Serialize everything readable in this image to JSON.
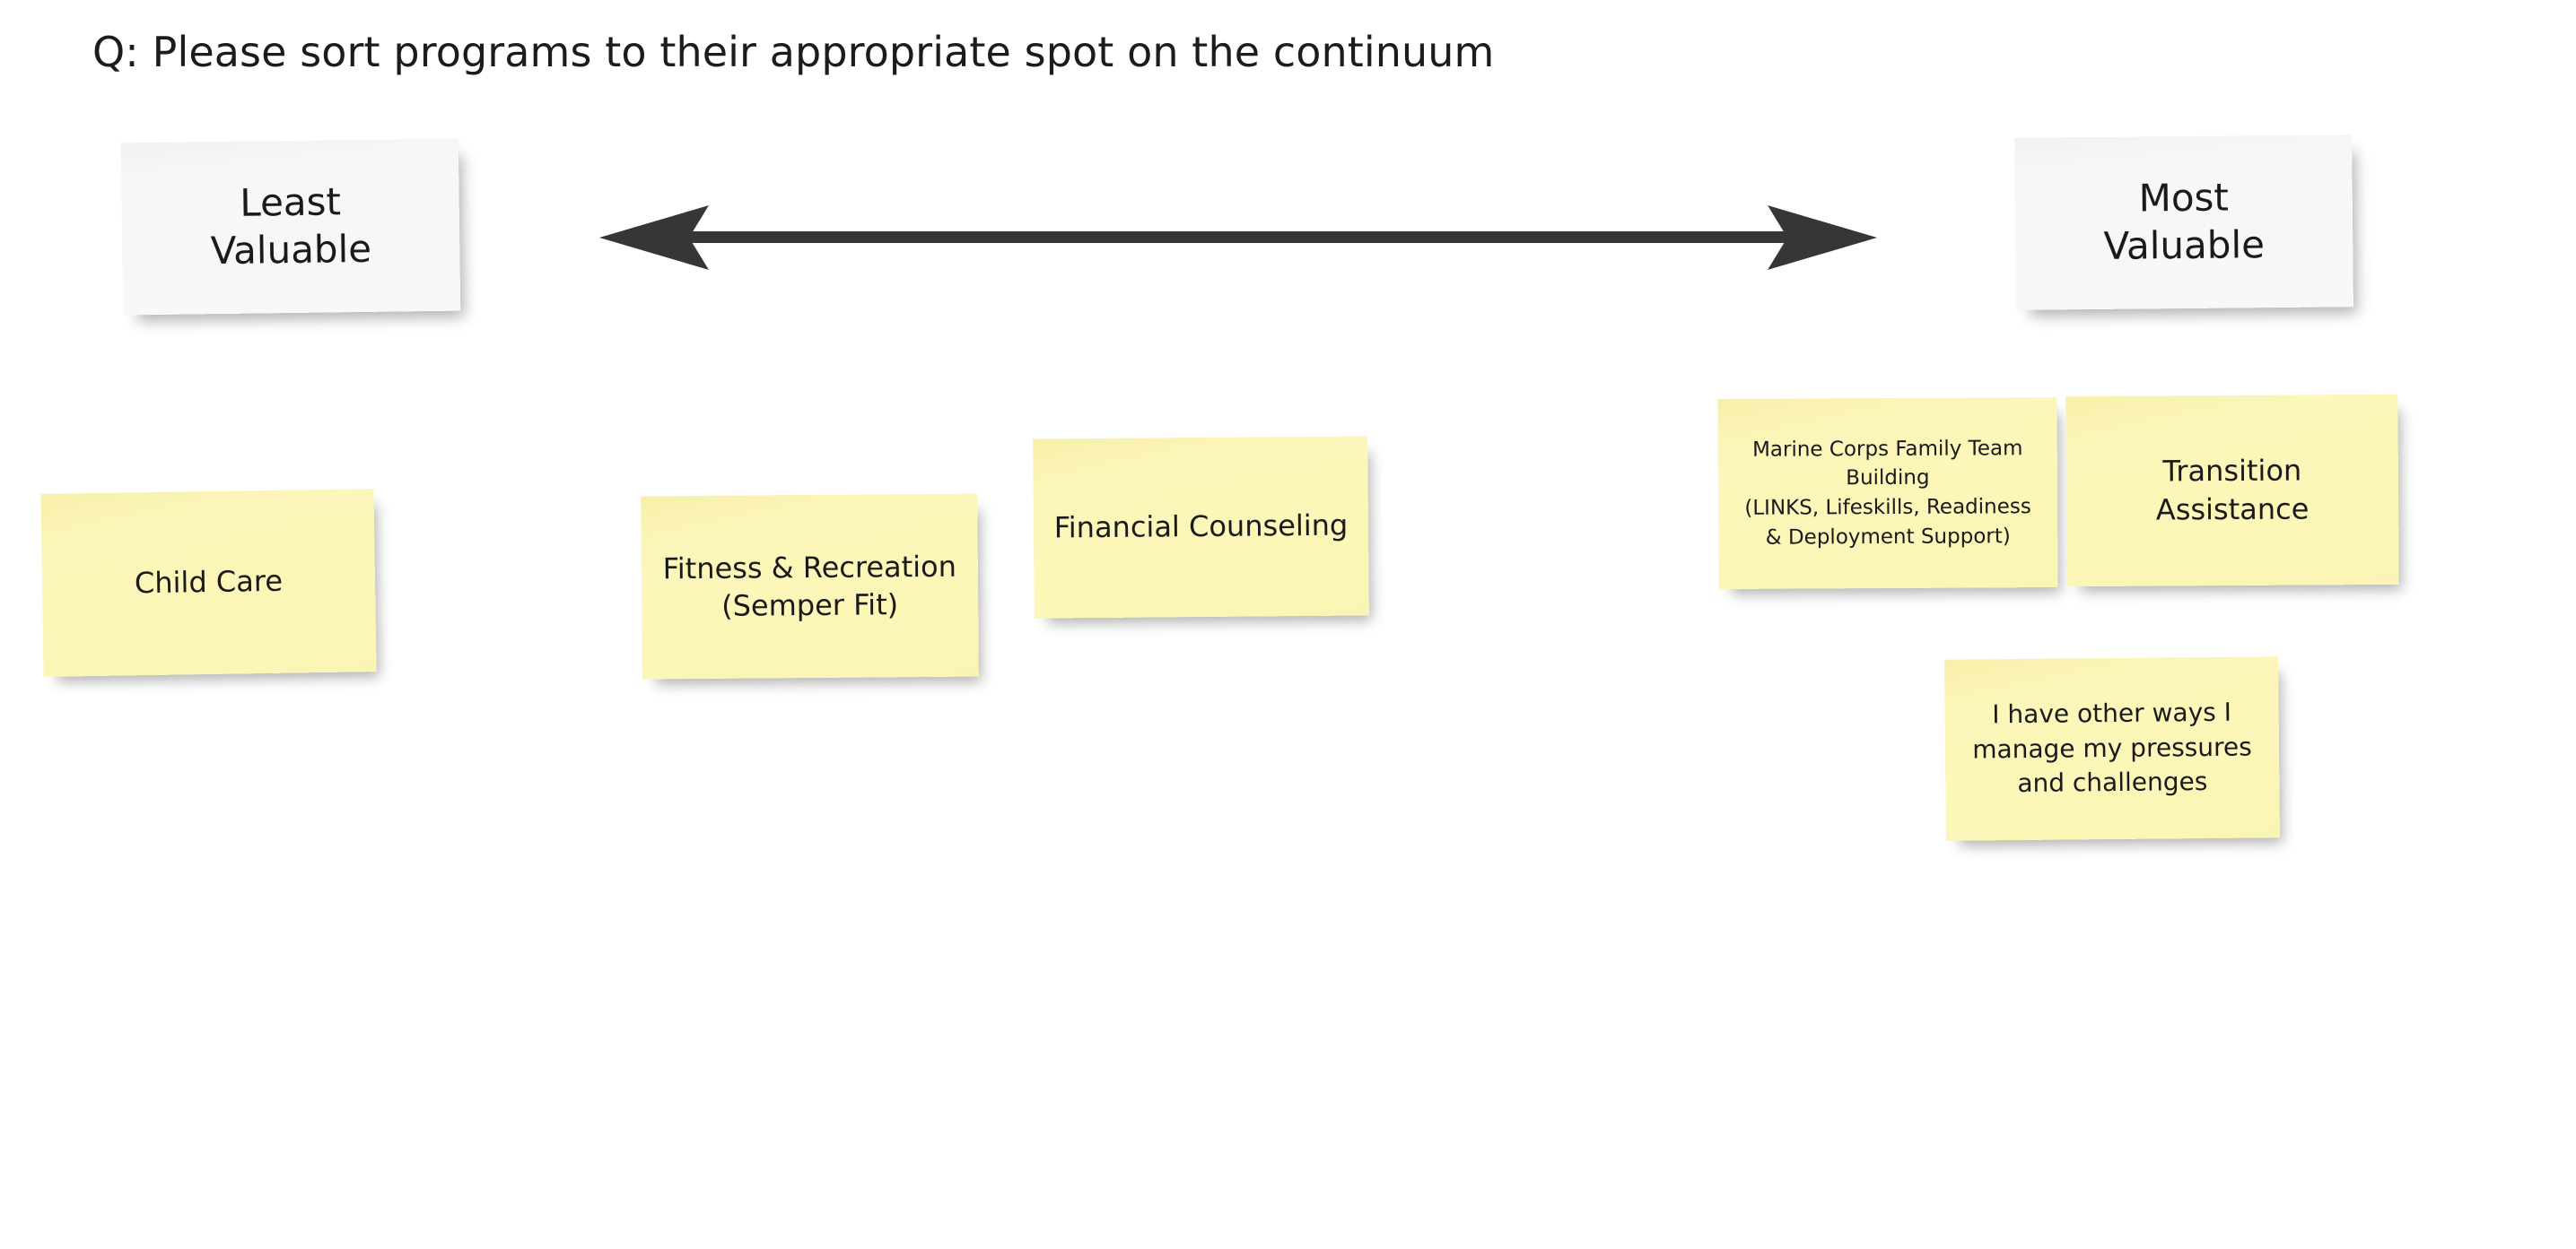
{
  "page": {
    "title": "Q: Please sort programs to their appropriate spot on the continuum",
    "background_color": "#ffffff"
  },
  "colors": {
    "sticky_yellow": "#fbf5b5",
    "anchor_grey": "#f4f5f7",
    "arrow_dark": "#363636",
    "text_dark": "#1a1a1a"
  },
  "continuum": {
    "left_anchor": {
      "label": "Least\nValuable",
      "position": "left-end"
    },
    "right_anchor": {
      "label": "Most\nValuable",
      "position": "right-end"
    },
    "arrow": {
      "name": "double-headed-arrow",
      "direction": "bidirectional",
      "color": "#363636"
    }
  },
  "notes": [
    {
      "id": "child-care",
      "label": "Child Care",
      "color": "#fbf5b5"
    },
    {
      "id": "fitness-recreation",
      "label": "Fitness & Recreation\n(Semper Fit)",
      "color": "#fbf5b5"
    },
    {
      "id": "financial-counseling",
      "label": "Financial Counseling",
      "color": "#fbf5b5"
    },
    {
      "id": "marine-corps-family-team-building",
      "label": "Marine Corps Family Team\nBuilding\n(LINKS, Lifeskills, Readiness\n& Deployment Support)",
      "color": "#fbf5b5"
    },
    {
      "id": "transition-assistance",
      "label": "Transition\nAssistance",
      "color": "#fbf5b5"
    },
    {
      "id": "other-ways",
      "label": "I have other ways I\nmanage my pressures\nand challenges",
      "color": "#fbf5b5"
    }
  ]
}
